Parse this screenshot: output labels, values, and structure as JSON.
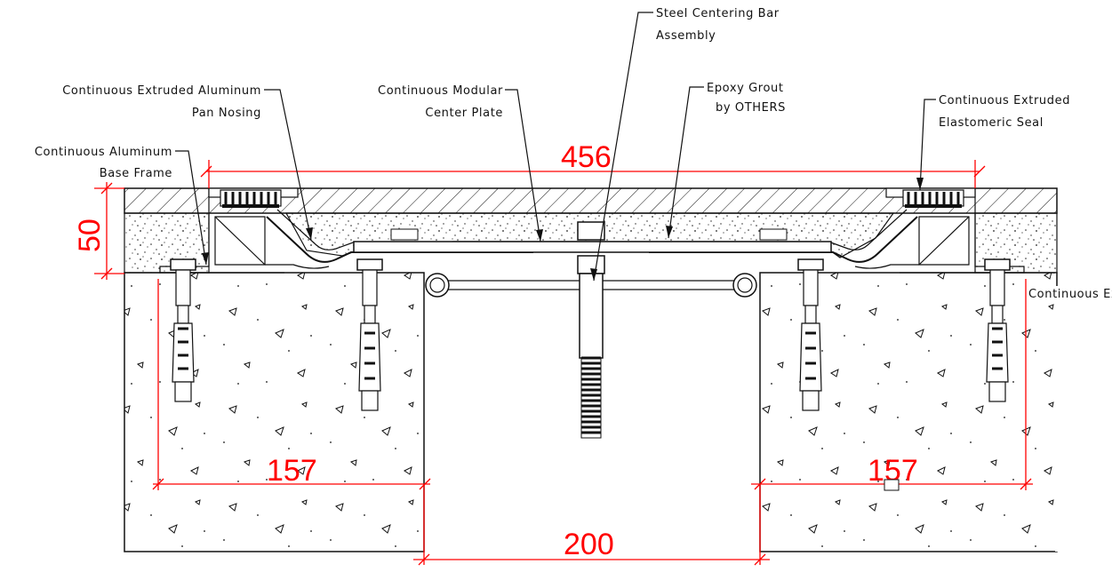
{
  "labels": {
    "steel_bar_line1": "Steel Centering Bar",
    "steel_bar_line2": "Assembly",
    "pan_nosing_line1": "Continuous Extruded Aluminum",
    "pan_nosing_line2": "Pan Nosing",
    "center_plate_line1": "Continuous Modular",
    "center_plate_line2": "Center Plate",
    "epoxy_line1": "Epoxy Grout",
    "epoxy_line2": "by OTHERS",
    "seal_line1": "Continuous Extruded",
    "seal_line2": "Elastomeric Seal",
    "base_frame_line1": "Continuous Aluminum",
    "base_frame_line2": "Base Frame",
    "right_cut": "Continuous Extrude"
  },
  "dimensions": {
    "overall_width": "456",
    "depth": "50",
    "left_edge": "157",
    "right_edge": "157",
    "gap": "200"
  },
  "colors": {
    "dimension": "#ff0000",
    "linework": "#111111"
  }
}
